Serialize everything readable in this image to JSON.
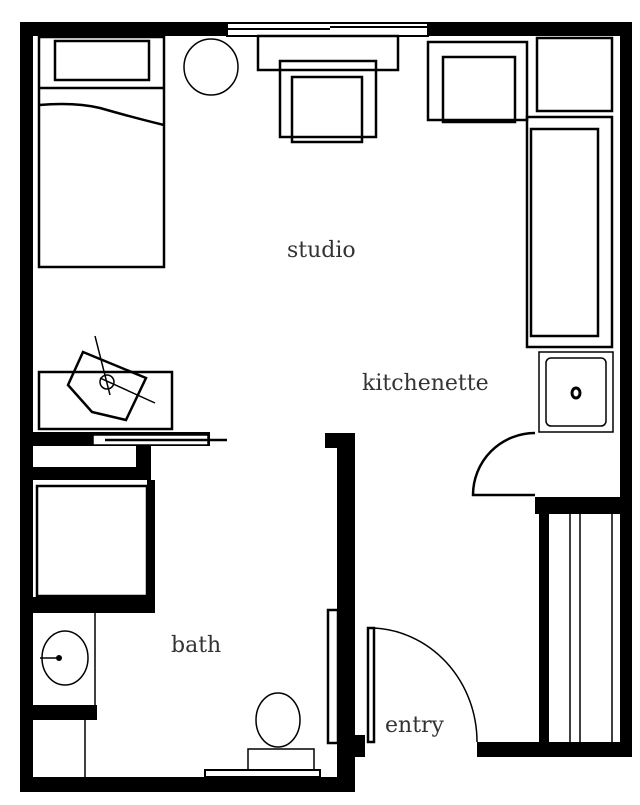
{
  "title": "Studio apartment floor plan",
  "rooms": {
    "studio": "studio",
    "kitchenette": "kitchenette",
    "bath": "bath",
    "entry": "entry"
  },
  "colors": {
    "wall": "#000000",
    "background": "#ffffff",
    "label": "#333333"
  }
}
